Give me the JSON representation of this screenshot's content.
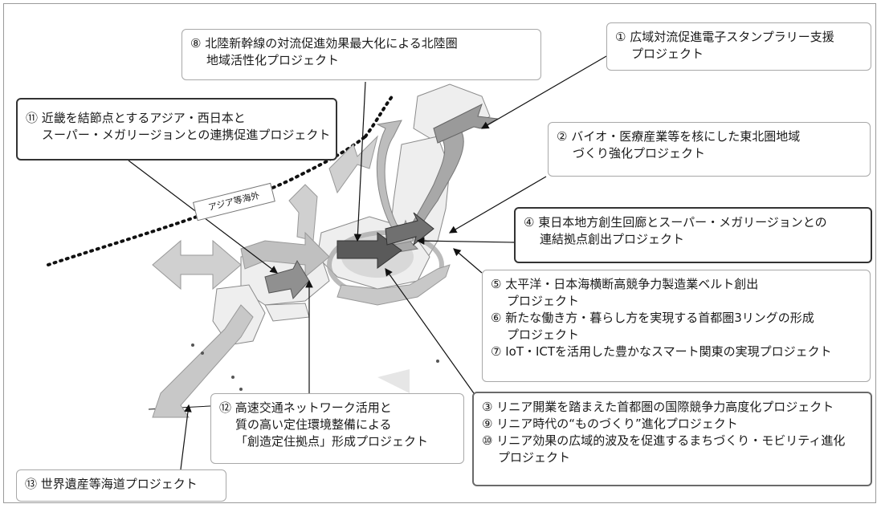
{
  "labels": {
    "p8": {
      "line1": "⑧ 北陸新幹線の対流促進効果最大化による北陸圏",
      "line2": "地域活性化プロジェクト"
    },
    "p1": {
      "line1": "① 広域対流促進電子スタンプラリー支援",
      "line2": "プロジェクト"
    },
    "p11": {
      "line1": "⑪ 近畿を結節点とするアジア・西日本と",
      "line2": "スーパー・メガリージョンとの連携促進プロジェクト"
    },
    "p2": {
      "line1": "② バイオ・医療産業等を核にした東北圏地域",
      "line2": "づくり強化プロジェクト"
    },
    "p4": {
      "line1": "④ 東日本地方創生回廊とスーパー・メガリージョンとの",
      "line2": "連結拠点創出プロジェクト"
    },
    "p5": {
      "line1": "⑤ 太平洋・日本海横断高競争力製造業ベルト創出",
      "line2": "プロジェクト"
    },
    "p6": {
      "line1": "⑥ 新たな働き方・暮らし方を実現する首都圏3リングの形成",
      "line2": "プロジェクト"
    },
    "p7": {
      "line1": "⑦ IoT・ICTを活用した豊かなスマート関東の実現プロジェクト"
    },
    "p3": {
      "line1": "③ リニア開業を踏まえた首都圏の国際競争力高度化プロジェクト"
    },
    "p9": {
      "line1": "⑨ リニア時代の“ものづくり”進化プロジェクト"
    },
    "p10": {
      "line1": "⑩ リニア効果の広域的波及を促進するまちづくり・モビリティ進化",
      "line2": "プロジェクト"
    },
    "p12": {
      "line1": "⑫ 高速交通ネットワーク活用と",
      "line2": "質の高い定住環境整備による",
      "line3": "「創造定住拠点」形成プロジェクト"
    },
    "p13": {
      "line1": "⑬ 世界遺産等海道プロジェクト"
    }
  },
  "map": {
    "asia_label": "アジア等海外"
  },
  "colors": {
    "arrow_light": "#d0d0d0",
    "arrow_mid": "#a8a8a8",
    "arrow_dark": "#5a5a5a",
    "land": "#eeeeee",
    "land_stroke": "#8a8a8a"
  }
}
